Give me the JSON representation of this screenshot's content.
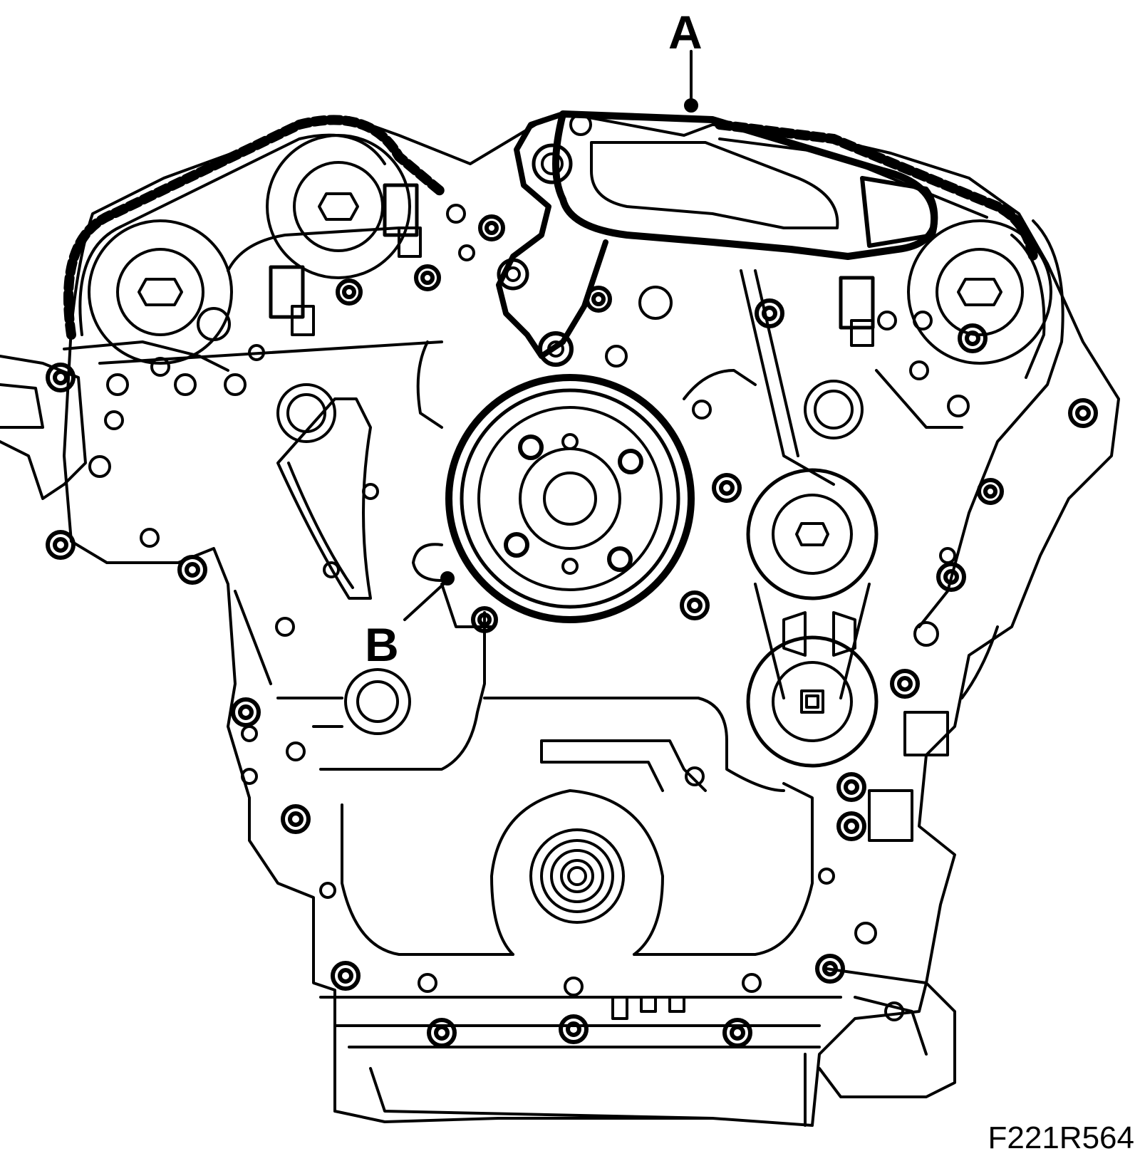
{
  "callouts": {
    "a": "A",
    "b": "B"
  },
  "figure_code": "F221R564",
  "colors": {
    "ink": "#000000",
    "paper": "#ffffff"
  }
}
